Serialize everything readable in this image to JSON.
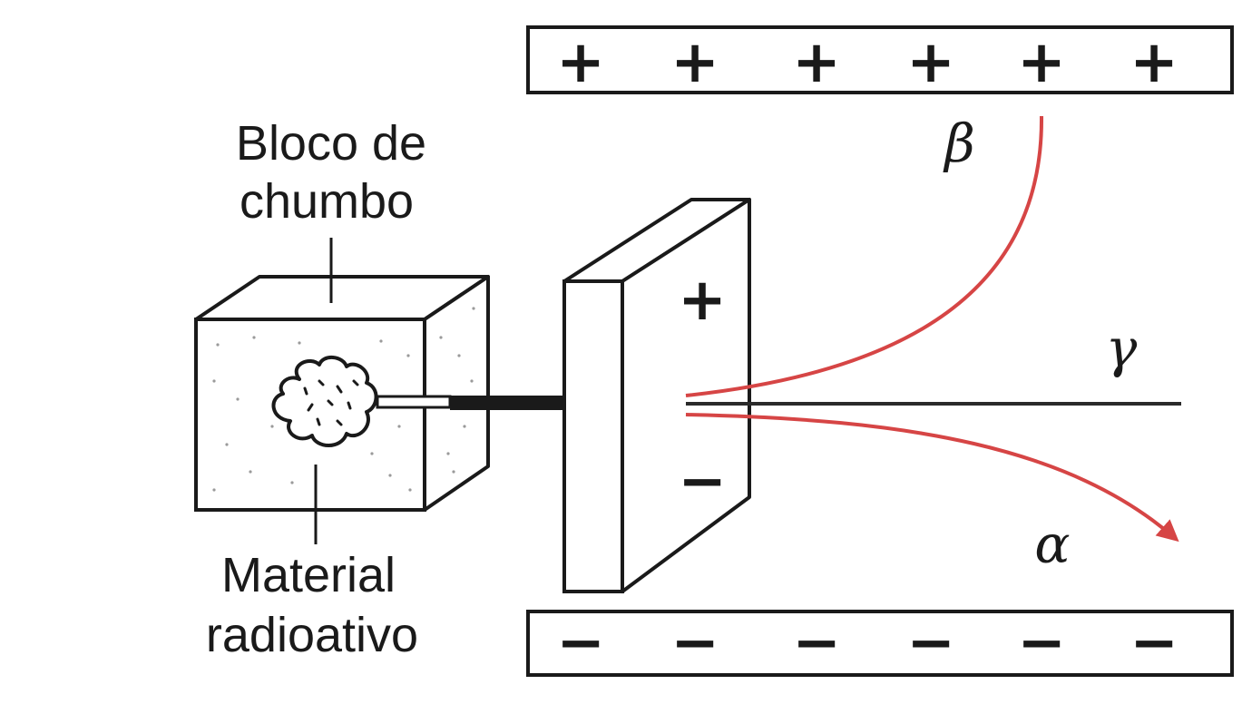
{
  "labels": {
    "lead_block_line1": "Bloco de",
    "lead_block_line2": "chumbo",
    "material_line1": "Material",
    "material_line2": "radioativo",
    "beta": "β",
    "gamma": "γ",
    "alpha": "α",
    "plus": "+",
    "minus": "−"
  },
  "top_plate": {
    "signs": [
      "+",
      "+",
      "+",
      "+",
      "+",
      "+"
    ]
  },
  "bottom_plate": {
    "signs": [
      "−",
      "−",
      "−",
      "−",
      "−",
      "−"
    ]
  },
  "colors": {
    "stroke": "#1a1a1a",
    "alpha_beta_ray": "#d64545",
    "gamma_ray": "#2a2a2a"
  }
}
